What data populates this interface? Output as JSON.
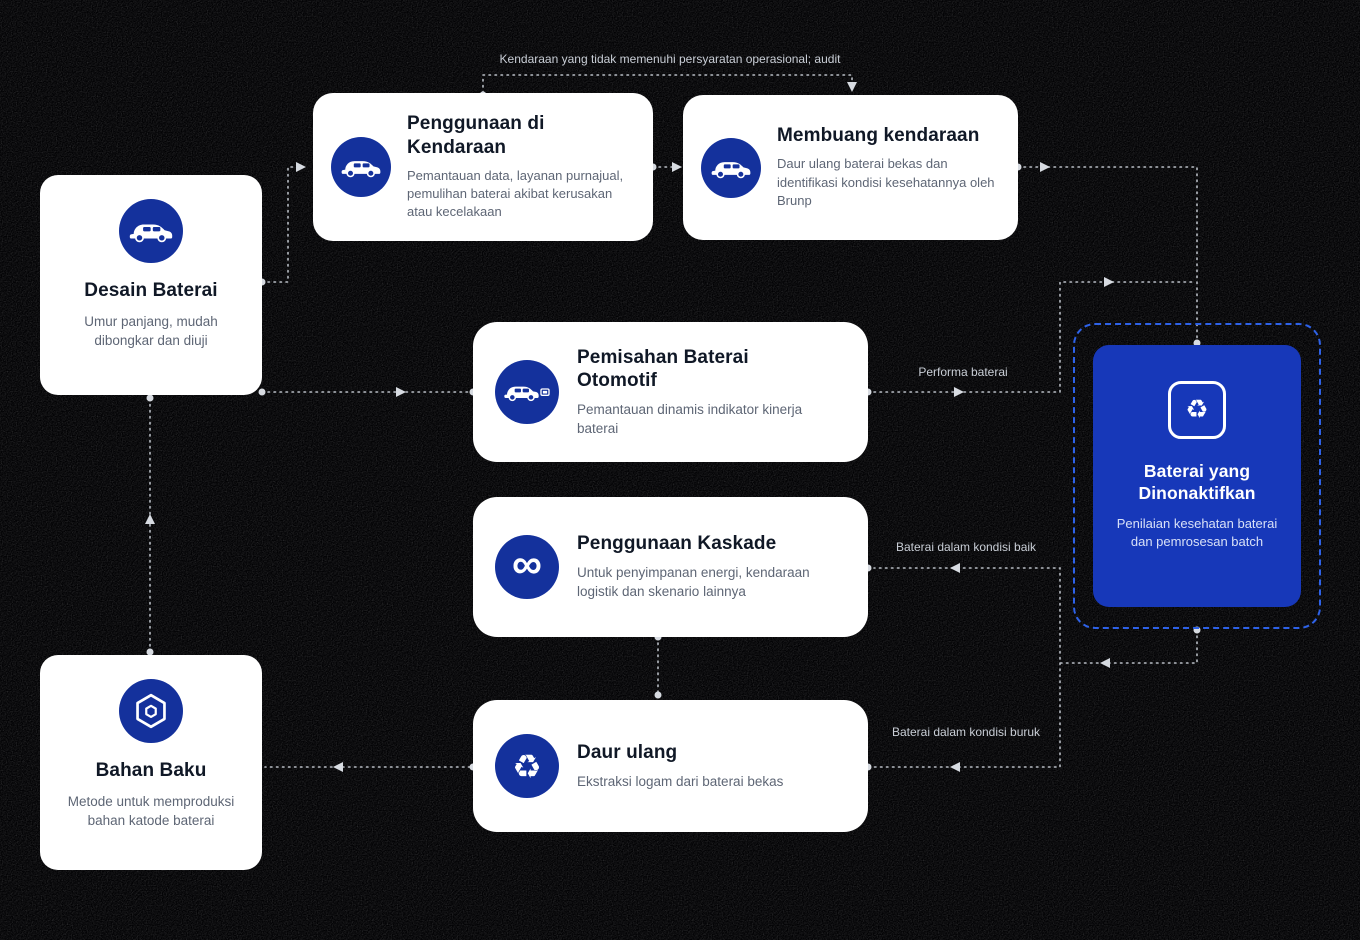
{
  "nodes": {
    "desain": {
      "title": "Desain Baterai",
      "desc": "Umur panjang, mudah dibongkar dan diuji",
      "icon": "car-icon"
    },
    "penggunaan": {
      "title": "Penggunaan di Kendaraan",
      "desc": "Pemantauan data, layanan purnajual, pemulihan baterai akibat kerusakan atau kecelakaan",
      "icon": "car-icon"
    },
    "membuang": {
      "title": "Membuang kendaraan",
      "desc": "Daur ulang baterai bekas dan identifikasi kondisi kesehatannya oleh Brunp",
      "icon": "car-icon"
    },
    "pemisahan": {
      "title": "Pemisahan Baterai Otomotif",
      "desc": "Pemantauan dinamis indikator kinerja baterai",
      "icon": "car-battery-icon"
    },
    "kaskade": {
      "title": "Penggunaan Kaskade",
      "desc": "Untuk penyimpanan energi, kendaraan logistik dan skenario lainnya",
      "icon": "infinity-icon"
    },
    "daur_ulang": {
      "title": "Daur ulang",
      "desc": "Ekstraksi logam dari baterai bekas",
      "icon": "recycle-icon"
    },
    "bahan_baku": {
      "title": "Bahan Baku",
      "desc": "Metode untuk memproduksi bahan katode baterai",
      "icon": "hexagon-nut-icon"
    },
    "dinonaktifkan": {
      "title": "Baterai yang Dinonaktifkan",
      "desc": "Penilaian kesehatan baterai dan pemrosesan batch",
      "icon": "batch-recycle-icon"
    }
  },
  "edge_labels": {
    "top": "Kendaraan yang tidak memenuhi persyaratan operasional; audit",
    "performa": "Performa baterai",
    "kondisi_baik": "Baterai dalam kondisi baik",
    "kondisi_buruk": "Baterai dalam kondisi buruk"
  },
  "glyphs": {
    "infinity": "∞",
    "recycle": "♻"
  },
  "colors": {
    "background": "#000000",
    "card": "#ffffff",
    "icon_blue": "#14319C",
    "highlight_card_blue": "#1738B9",
    "dashed_border_blue": "#2E62E8",
    "title_text": "#101826",
    "desc_text": "#5e6675",
    "edge_line": "#c3c8d0"
  }
}
